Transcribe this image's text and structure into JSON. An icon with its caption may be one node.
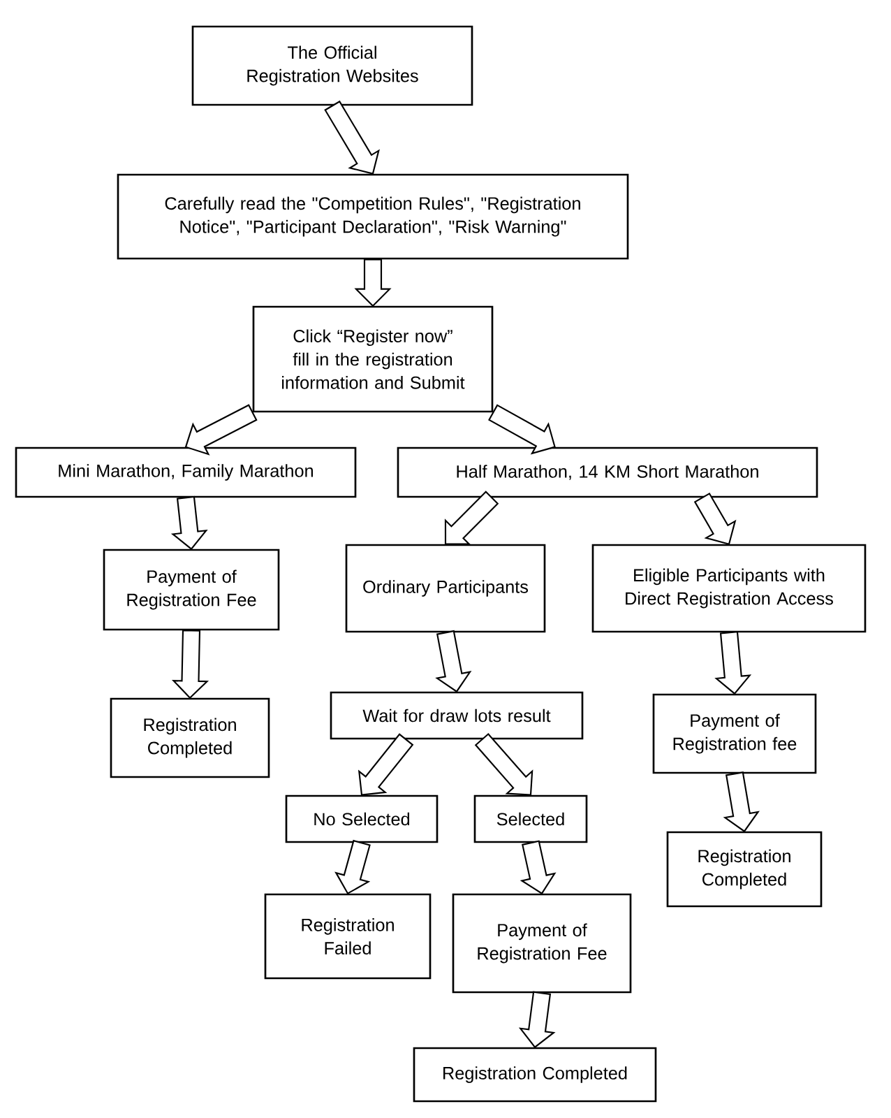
{
  "diagram": {
    "nodes": [
      {
        "text": [
          "The Official Registration Websites"
        ]
      },
      {
        "text": [
          "Carefully read the \"Competition Rules\", \"Registration Notice\", \"Participant Declaration\", \"Risk Warning\""
        ]
      },
      {
        "text": [
          "Click “Register now” fill in the registration information and Submit"
        ]
      },
      {
        "text": [
          "Mini Marathon, Family Marathon"
        ]
      },
      {
        "text": [
          "Half Marathon, 14 KM Short Marathon"
        ]
      },
      {
        "text": [
          "Payment of Registration Fee"
        ]
      },
      {
        "text": [
          "Ordinary Participants"
        ]
      },
      {
        "text": [
          "Eligible Participants with Direct Registration Access"
        ]
      },
      {
        "text": [
          "Registration Completed"
        ]
      },
      {
        "text": [
          "Wait for draw lots result"
        ]
      },
      {
        "text": [
          "Payment of Registration fee"
        ]
      },
      {
        "text": [
          "No Selected"
        ]
      },
      {
        "text": [
          "Selected"
        ]
      },
      {
        "text": [
          "Registration Completed"
        ]
      },
      {
        "text": [
          "Registration Failed"
        ]
      },
      {
        "text": [
          "Payment of Registration Fee"
        ]
      },
      {
        "text": [
          "Registration Completed"
        ]
      }
    ],
    "edges": [
      {
        "from": 0,
        "to": 1,
        "arrow": "to"
      },
      {
        "from": 1,
        "to": 2,
        "arrow": "to"
      },
      {
        "from": 2,
        "to": 3,
        "arrow": "to"
      },
      {
        "from": 2,
        "to": 4,
        "arrow": "to"
      },
      {
        "from": 3,
        "to": 5,
        "arrow": "to"
      },
      {
        "from": 4,
        "to": 6,
        "arrow": "to"
      },
      {
        "from": 4,
        "to": 7,
        "arrow": "to"
      },
      {
        "from": 5,
        "to": 8,
        "arrow": "to"
      },
      {
        "from": 6,
        "to": 9,
        "arrow": "to"
      },
      {
        "from": 7,
        "to": 10,
        "arrow": "to"
      },
      {
        "from": 9,
        "to": 11,
        "arrow": "to"
      },
      {
        "from": 9,
        "to": 12,
        "arrow": "to"
      },
      {
        "from": 10,
        "to": 13,
        "arrow": "to"
      },
      {
        "from": 11,
        "to": 14,
        "arrow": "to"
      },
      {
        "from": 12,
        "to": 15,
        "arrow": "to"
      },
      {
        "from": 15,
        "to": 16,
        "arrow": "to"
      }
    ]
  }
}
